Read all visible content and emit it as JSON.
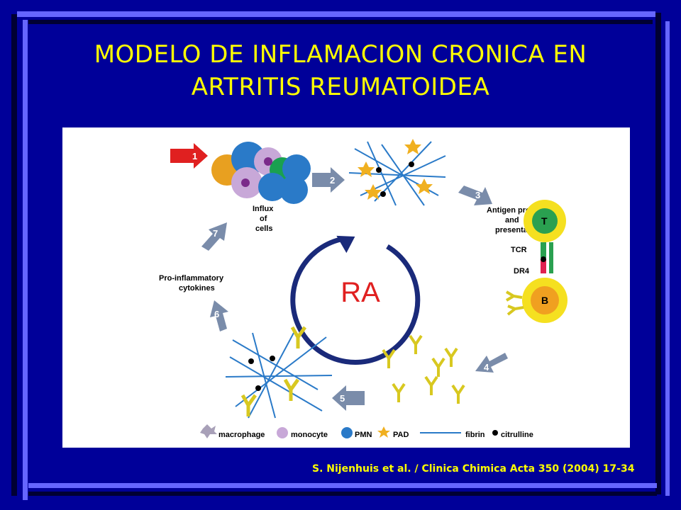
{
  "slide": {
    "title_line1": "MODELO DE INFLAMACION CRONICA EN",
    "title_line2": "ARTRITIS REUMATOIDEA",
    "citation": "S. Nijenhuis et al. / Clinica Chimica Acta 350 (2004) 17-34",
    "colors": {
      "background": "#000099",
      "title": "#ffff00"
    }
  },
  "diagram": {
    "center_label": "RA",
    "steps": [
      "1",
      "2",
      "3",
      "4",
      "5",
      "6",
      "7"
    ],
    "labels": {
      "influx_l1": "Influx",
      "influx_l2": "of",
      "influx_l3": "cells",
      "antigen_l1": "Antigen processing",
      "antigen_l2": "and",
      "antigen_l3": "presentation",
      "proinf_l1": "Pro-inflammatory",
      "proinf_l2": "cytokines",
      "t_cell": "T",
      "b_cell": "B",
      "tcr": "TCR",
      "dr4": "DR4"
    },
    "legend": {
      "macrophage": "macrophage",
      "monocyte": "monocyte",
      "pmn": "PMN",
      "pad": "PAD",
      "fibrin": "fibrin",
      "citrulline": "citrulline"
    }
  }
}
